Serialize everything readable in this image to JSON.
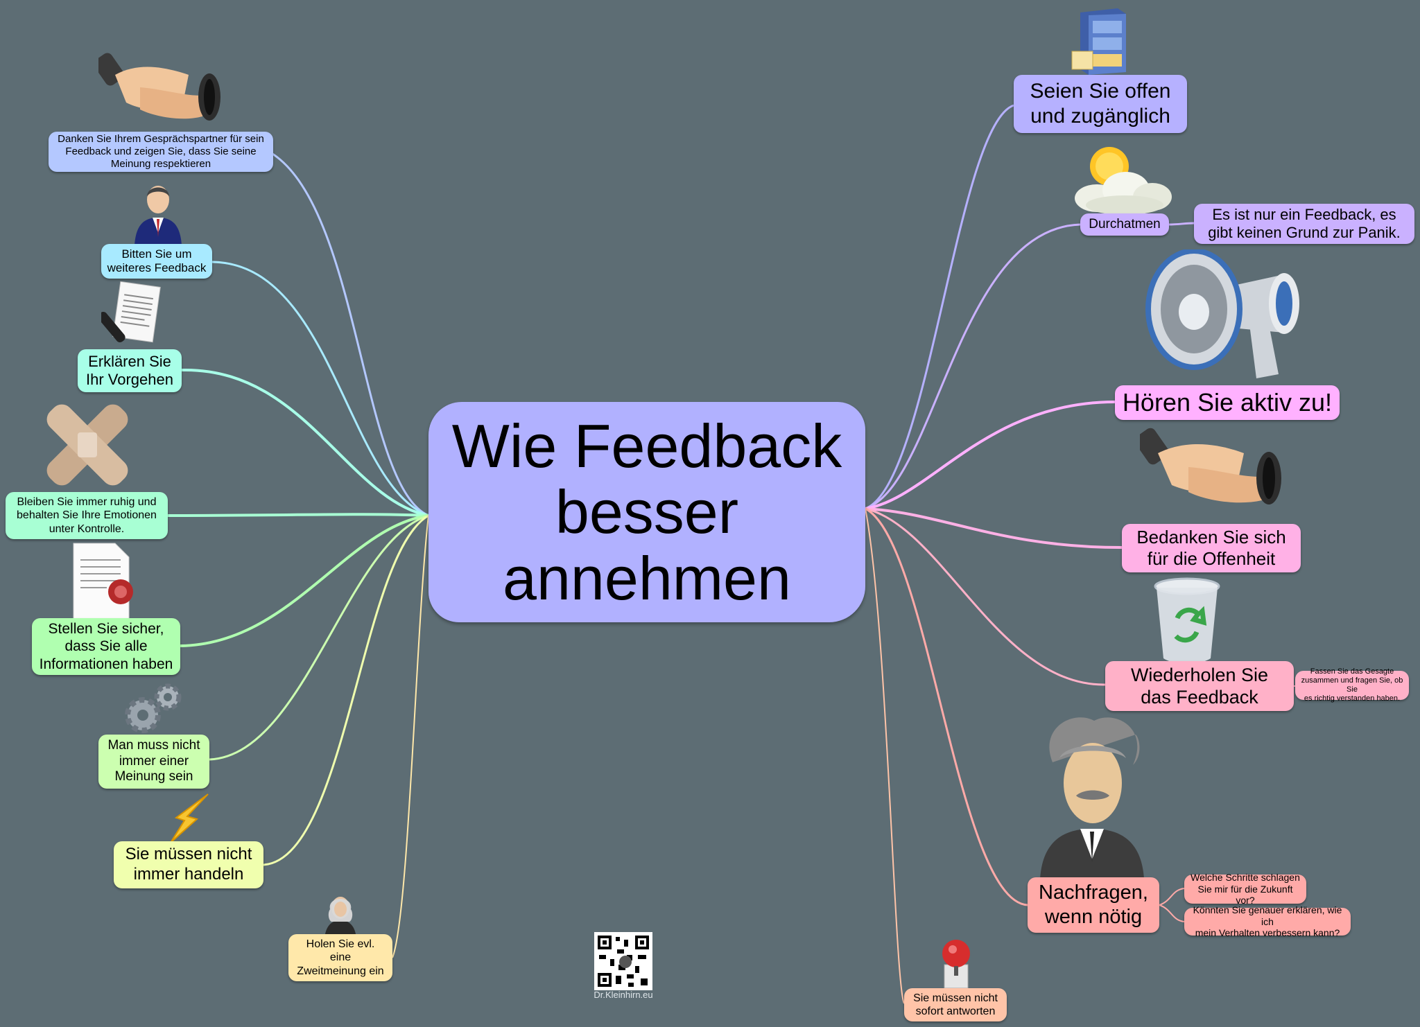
{
  "center": {
    "title": "Wie Feedback\nbesser\nannehmen"
  },
  "left_branches": [
    {
      "label": "Danken Sie Ihrem Gesprächspartner für sein\nFeedback und zeigen Sie, dass Sie seine\nMeinung respektieren",
      "color": "#b4c8ff",
      "icon": "handshake-icon"
    },
    {
      "label": "Bitten Sie um\nweiteres Feedback",
      "color": "#a8eaff",
      "icon": "businessman-icon"
    },
    {
      "label": "Erklären Sie\nIhr Vorgehen",
      "color": "#a8ffe8",
      "icon": "contract-pen-icon"
    },
    {
      "label": "Bleiben Sie immer ruhig und\nbehalten Sie Ihre Emotionen\nunter Kontrolle.",
      "color": "#a8ffd4",
      "icon": "bandage-icon"
    },
    {
      "label": "Stellen Sie sicher,\ndass Sie alle\nInformationen haben",
      "color": "#b0ffb0",
      "icon": "certificate-icon"
    },
    {
      "label": "Man muss nicht\nimmer einer\nMeinung sein",
      "color": "#ccffb0",
      "icon": "gears-icon"
    },
    {
      "label": "Sie müssen nicht\nimmer handeln",
      "color": "#f0ffae",
      "icon": "lightning-icon"
    },
    {
      "label": "Holen Sie evl.\neine\nZweitmeinung ein",
      "color": "#ffe8aa",
      "icon": "judge-icon"
    }
  ],
  "right_branches": [
    {
      "label": "Seien Sie offen\nund zugänglich",
      "color": "#b6b1ff",
      "icon": "filing-cabinet-icon"
    },
    {
      "label": "Durchatmen",
      "color": "#cab1ff",
      "icon": "sun-clouds-icon",
      "note": "Es ist nur ein Feedback, es\ngibt keinen Grund zur Panik."
    },
    {
      "label": "Hören Sie aktiv zu!",
      "color": "#ffb1ff",
      "icon": "megaphone-icon"
    },
    {
      "label": "Bedanken Sie sich\nfür die Offenheit",
      "color": "#ffb1e6",
      "icon": "handshake-icon"
    },
    {
      "label": "Wiederholen Sie\ndas Feedback",
      "color": "#ffb1c8",
      "icon": "recycle-bin-icon",
      "note": "Fassen Sie das Gesagte\nzusammen und fragen Sie, ob Sie\nes richtig verstanden haben."
    },
    {
      "label": "Nachfragen,\nwenn nötig",
      "color": "#ffaaa8",
      "icon": "einstein-icon",
      "notes": [
        "Welche Schritte schlagen\nSie mir für die Zukunft vor?",
        "Könnten Sie genauer erklären, wie ich\nmein Verhalten verbessern kann?"
      ]
    },
    {
      "label": "Sie müssen nicht\nsofort antworten",
      "color": "#ffc4a8",
      "icon": "alarm-bell-icon"
    }
  ],
  "footer": {
    "qr_label": "Dr.Kleinhirn.eu",
    "qr_icon": "qr-code-icon"
  }
}
